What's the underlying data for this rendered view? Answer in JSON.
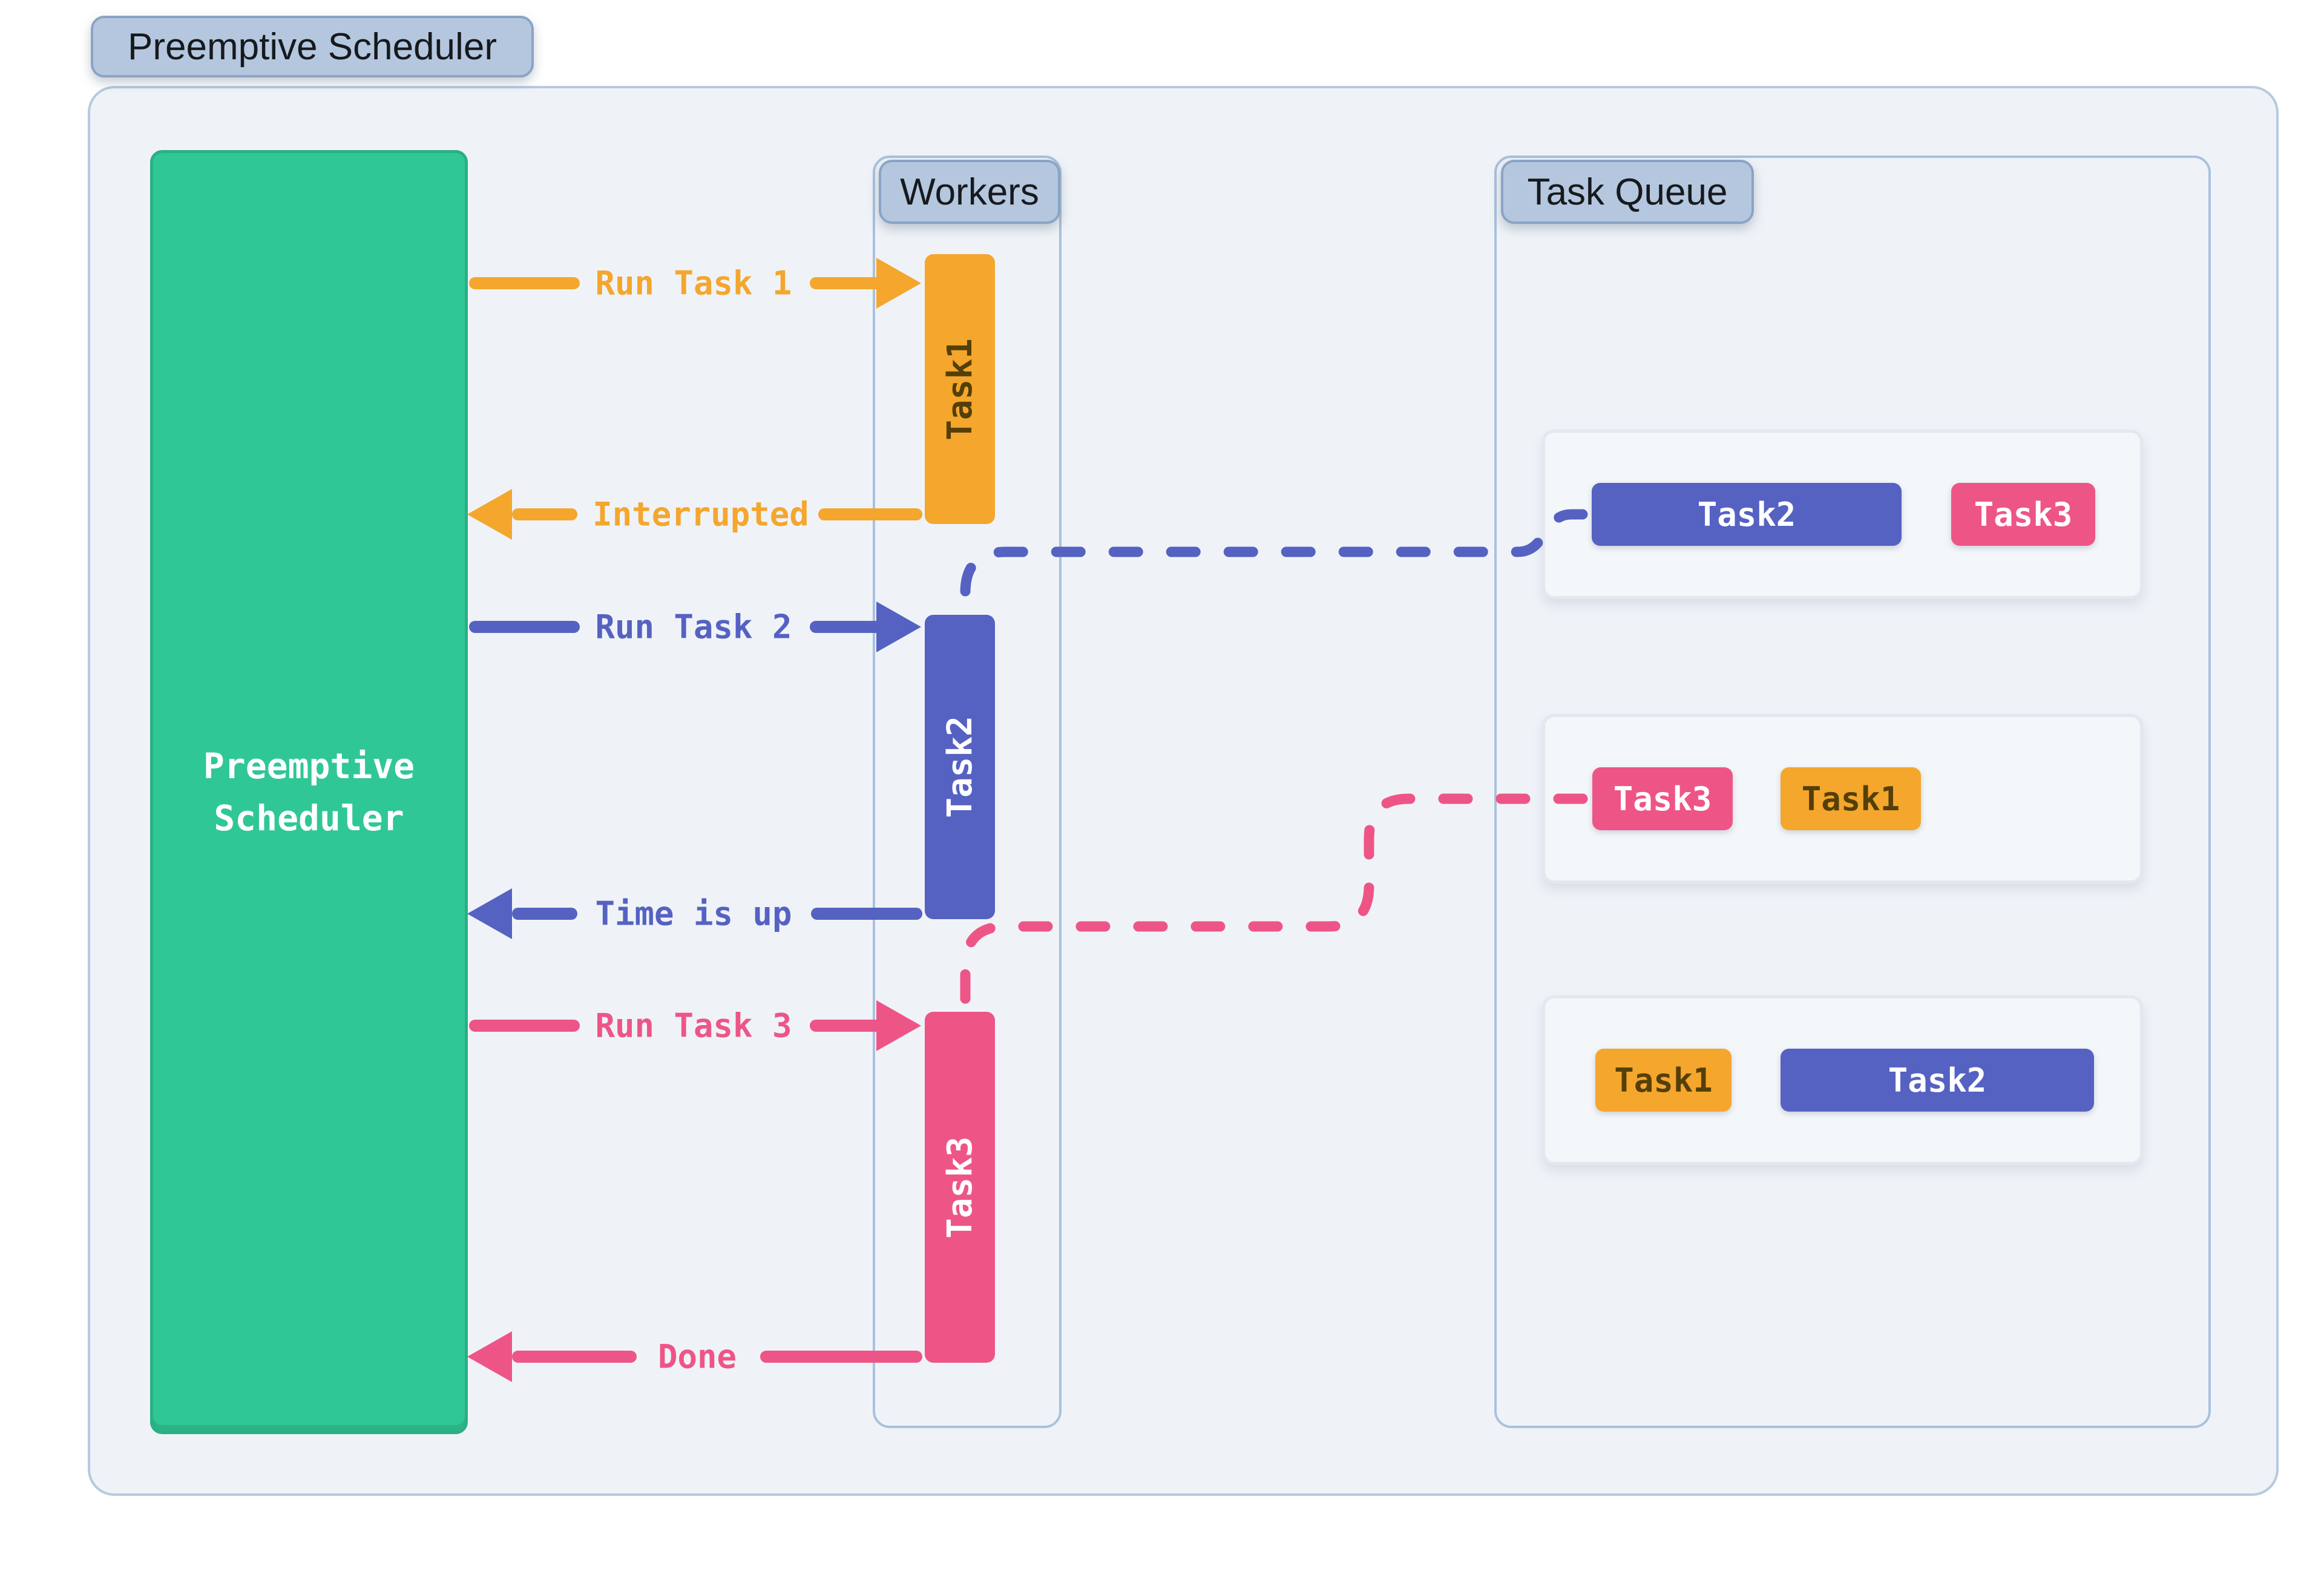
{
  "colors": {
    "orange": "#F4A62D",
    "orange_text": "#553F08",
    "indigo": "#5562C2",
    "pink": "#EE5587",
    "green": "#30C796",
    "green_border": "#29B083",
    "badge_fill": "#B4C7DF",
    "badge_border": "#8BA4C4",
    "container_fill": "#EFF3F8",
    "container_border": "#B7C9DF",
    "panel_border": "#A9C1DE",
    "row_fill": "#F4F7FA",
    "row_border": "#E4E8EE",
    "text_dark": "#17191D"
  },
  "title_badge": {
    "label": "Preemptive Scheduler"
  },
  "scheduler": {
    "line1": "Preemptive",
    "line2": "Scheduler"
  },
  "workers": {
    "badge": "Workers",
    "bars": [
      {
        "label": "Task1"
      },
      {
        "label": "Task2"
      },
      {
        "label": "Task3"
      }
    ]
  },
  "queue": {
    "badge": "Task Queue",
    "rows": [
      {
        "items": [
          {
            "label": "Task2"
          },
          {
            "label": "Task3"
          }
        ]
      },
      {
        "items": [
          {
            "label": "Task3"
          },
          {
            "label": "Task1"
          }
        ]
      },
      {
        "items": [
          {
            "label": "Task1"
          },
          {
            "label": "Task2"
          }
        ]
      }
    ]
  },
  "arrows": {
    "run_task_1": "Run Task 1",
    "interrupted": "Interrupted",
    "run_task_2": "Run Task 2",
    "time_is_up": "Time is up",
    "run_task_3": "Run Task 3",
    "done": "Done"
  }
}
